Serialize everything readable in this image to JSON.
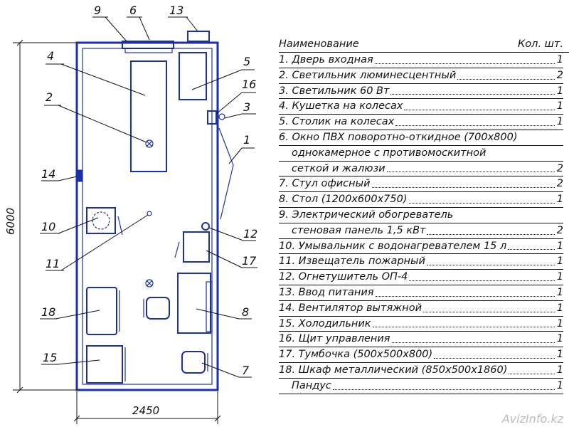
{
  "drawing": {
    "dim_height": "6000",
    "dim_width": "2450",
    "callouts": {
      "c1": "1",
      "c2": "2",
      "c3": "3",
      "c4": "4",
      "c5": "5",
      "c6": "6",
      "c7": "7",
      "c8": "8",
      "c9": "9",
      "c10": "10",
      "c11": "11",
      "c12": "12",
      "c13": "13",
      "c14": "14",
      "c15": "15",
      "c16": "16",
      "c17": "17",
      "c18": "18"
    }
  },
  "spec": {
    "header_name": "Наименование",
    "header_qty": "Кол. шт.",
    "items": [
      {
        "text": "1. Дверь входная",
        "qty": "1"
      },
      {
        "text": "2. Светильник люминесцентный",
        "qty": "2"
      },
      {
        "text": "3. Светильник 60 Вт",
        "qty": "1"
      },
      {
        "text": "4. Кушетка на колесах",
        "qty": "1"
      },
      {
        "text": "5. Столик на колесах",
        "qty": "1"
      },
      {
        "text": "6. Окно ПВХ поворотно-откидное (700х800)",
        "qty": ""
      },
      {
        "text": "однокамерное с противомоскитной",
        "qty": "",
        "cont": true
      },
      {
        "text": "сеткой и жалюзи",
        "qty": "2",
        "cont": true
      },
      {
        "text": "7. Стул офисный",
        "qty": "2"
      },
      {
        "text": "8. Стол (1200х600х750)",
        "qty": "1"
      },
      {
        "text": "9. Электрический обогреватель",
        "qty": ""
      },
      {
        "text": "стеновая панель 1,5 кВт",
        "qty": "2",
        "cont": true
      },
      {
        "text": "10. Умывальник с водонагревателем 15 л",
        "qty": "1"
      },
      {
        "text": "11. Извещатель пожарный",
        "qty": "1"
      },
      {
        "text": "12. Огнетушитель ОП-4",
        "qty": "1"
      },
      {
        "text": "13. Ввод питания",
        "qty": "1"
      },
      {
        "text": "14. Вентилятор вытяжной",
        "qty": "1"
      },
      {
        "text": "15. Холодильник",
        "qty": "1"
      },
      {
        "text": "16. Щит управления",
        "qty": "1"
      },
      {
        "text": "17. Тумбочка (500х500х800)",
        "qty": "1"
      },
      {
        "text": "18. Шкаф металлический (850х500х1860)",
        "qty": "1"
      },
      {
        "text": "Пандус",
        "qty": "1",
        "cont": true
      }
    ]
  },
  "watermark": "AvizInfo.kz"
}
